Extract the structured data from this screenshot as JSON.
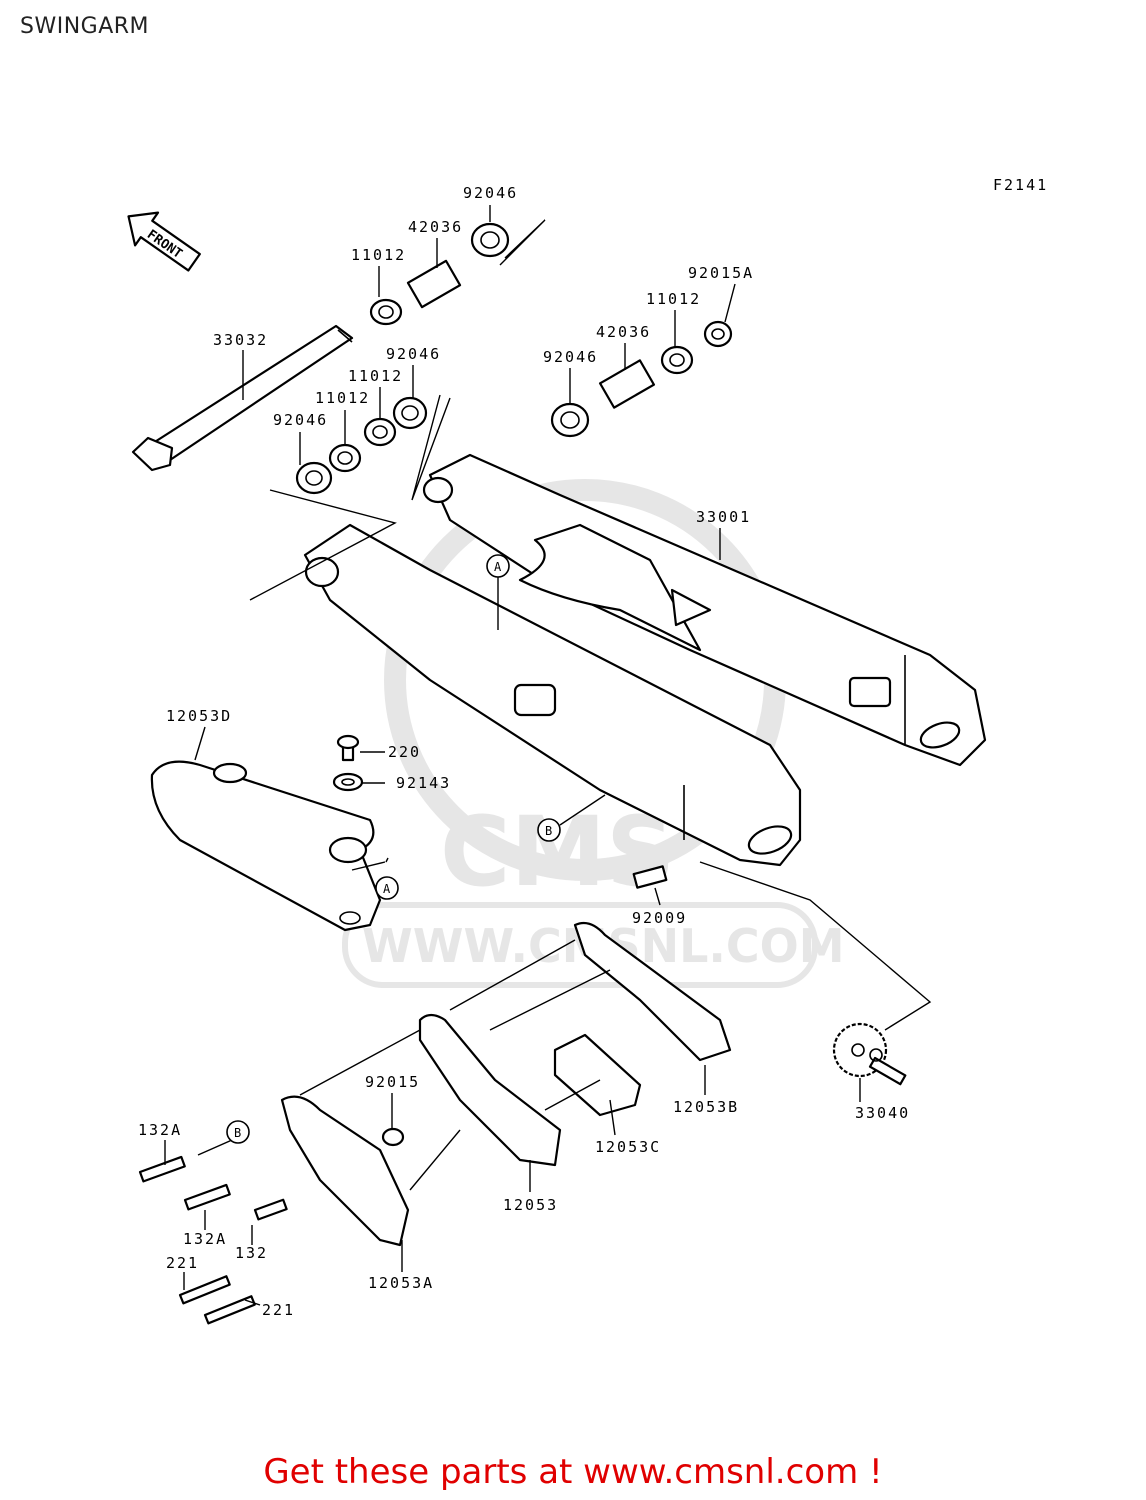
{
  "title": "SWINGARM",
  "figure_code": "F2141",
  "front_label": "FRONT",
  "callouts": {
    "A": "A",
    "B": "B"
  },
  "watermark": {
    "logo": "CMS",
    "url": "WWW.CMSNL.COM"
  },
  "parts": [
    "92046",
    "42036",
    "11012",
    "92015A",
    "33032",
    "92046",
    "11012",
    "11012",
    "92046",
    "42036",
    "11012",
    "92046",
    "33001",
    "12053D",
    "220",
    "92143",
    "92009",
    "92015",
    "12053B",
    "12053C",
    "33040",
    "132A",
    "132A",
    "132",
    "12053",
    "12053A",
    "221",
    "221"
  ],
  "footer": "Get these parts at www.cmsnl.com !"
}
